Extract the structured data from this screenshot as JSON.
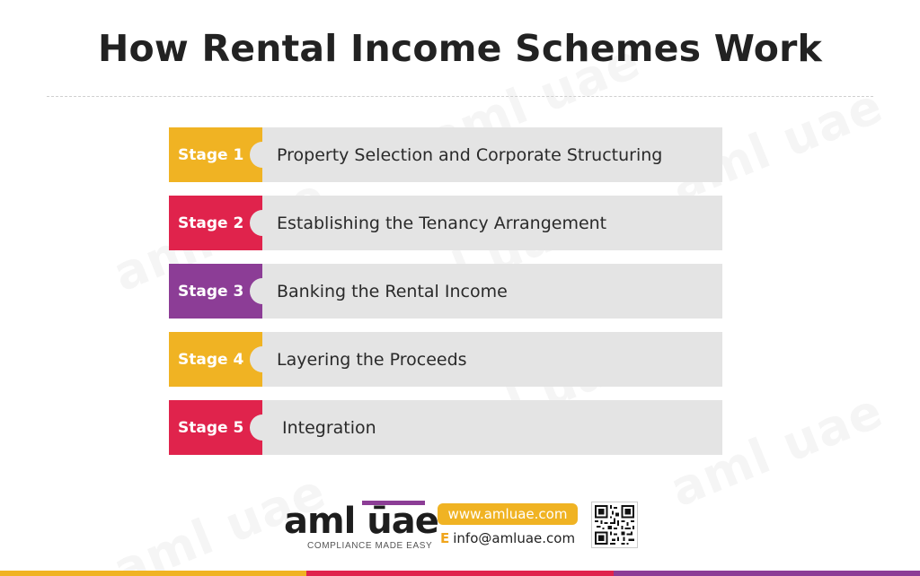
{
  "title": "How Rental Income Schemes Work",
  "watermark": "aml uae",
  "stages": [
    {
      "label": "Stage 1",
      "text": "Property Selection and Corporate Structuring",
      "color": "#f0b323"
    },
    {
      "label": "Stage 2",
      "text": "Establishing the Tenancy Arrangement",
      "color": "#e0234c"
    },
    {
      "label": "Stage 3",
      "text": "Banking the Rental Income",
      "color": "#8c3d96"
    },
    {
      "label": "Stage 4",
      "text": "Layering the Proceeds",
      "color": "#f0b323"
    },
    {
      "label": "Stage 5",
      "text": "Integration",
      "color": "#e0234c"
    }
  ],
  "footer": {
    "logo_text": "aml ūae",
    "tagline": "COMPLIANCE MADE EASY",
    "website": "www.amluae.com",
    "email_prefix": "E",
    "email": "info@amluae.com"
  },
  "colors": {
    "yellow": "#f0b323",
    "red": "#e0234c",
    "purple": "#8c3d96"
  }
}
